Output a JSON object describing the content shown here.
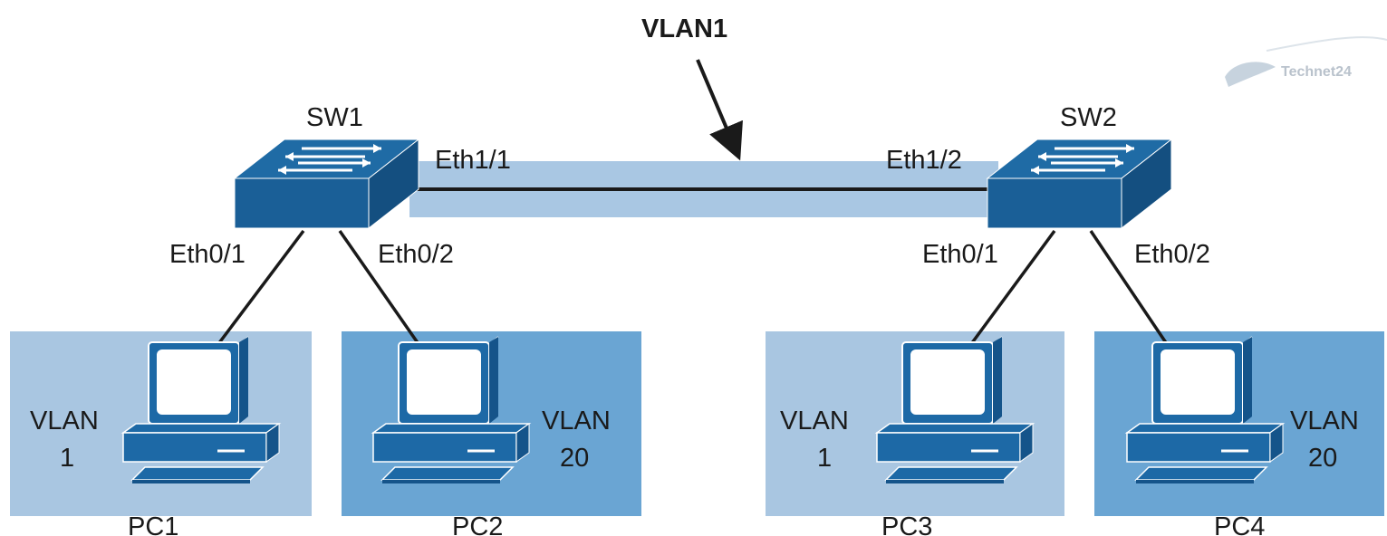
{
  "link_label": "VLAN1",
  "watermark": "Technet24",
  "colors": {
    "switch_top": "#1f6ba5",
    "switch_front": "#1a5f97",
    "switch_side": "#144f80",
    "trunk_band": "#a9c7e3",
    "vlan1_box": "#a9c6e1",
    "vlan20_box": "#6aa5d3",
    "pc_body": "#1d69a6",
    "pc_screen": "#ffffff",
    "cable": "#1a1a1a"
  },
  "switches": [
    {
      "name": "SW1",
      "uplink_port": "Eth1/1",
      "port_a": "Eth0/1",
      "port_b": "Eth0/2"
    },
    {
      "name": "SW2",
      "uplink_port": "Eth1/2",
      "port_a": "Eth0/1",
      "port_b": "Eth0/2"
    }
  ],
  "pcs": [
    {
      "name": "PC1",
      "vlan_word": "VLAN",
      "vlan_id": "1"
    },
    {
      "name": "PC2",
      "vlan_word": "VLAN",
      "vlan_id": "20"
    },
    {
      "name": "PC3",
      "vlan_word": "VLAN",
      "vlan_id": "1"
    },
    {
      "name": "PC4",
      "vlan_word": "VLAN",
      "vlan_id": "20"
    }
  ]
}
